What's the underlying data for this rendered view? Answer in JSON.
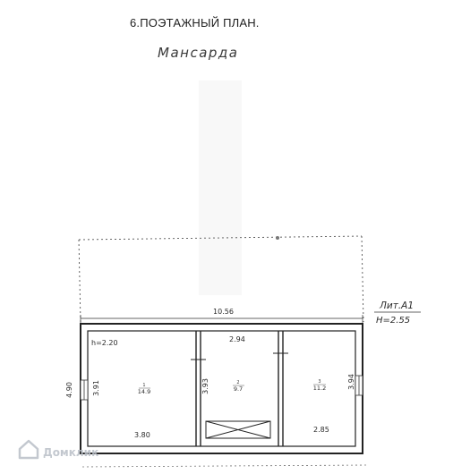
{
  "header": {
    "section_title": "6.ПОЭТАЖНЫЙ ПЛАН.",
    "floor_name": "Мансарда"
  },
  "plan": {
    "lit_label": "Лит.А1",
    "height_label": "Н=2.55",
    "ceiling_label": "h=2.20",
    "dimensions": {
      "overall_width": "10.56",
      "overall_depth": "4.90",
      "room1_depth": "3.91",
      "room1_width": "3.80",
      "room2_depth": "3.93",
      "room2_width": "2.94",
      "room3_depth": "3.94",
      "room3_width": "2.85"
    },
    "rooms": [
      {
        "number": "1",
        "area": "14.9"
      },
      {
        "number": "2",
        "area": "9.7"
      },
      {
        "number": "3",
        "area": "11.2"
      }
    ]
  },
  "watermark": {
    "text": "Домклик"
  }
}
